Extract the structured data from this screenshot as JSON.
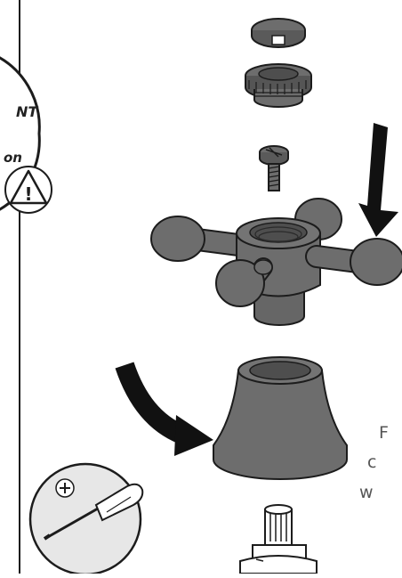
{
  "notes": {
    "important_fragment": "NT",
    "caution_fragment": "on",
    "warning_symbol": "!"
  },
  "side_text": [
    "F",
    "c",
    "w"
  ],
  "icons": [
    "warning-triangle-icon",
    "screwdriver-icon",
    "down-arrow-icon",
    "curved-arrow-icon"
  ],
  "colors": {
    "part_fill": "#6d6d6d",
    "part_dark": "#4e4e4e",
    "outline": "#1c1c1c",
    "arrow": "#111111",
    "circle_bg": "#e7e7e7"
  }
}
